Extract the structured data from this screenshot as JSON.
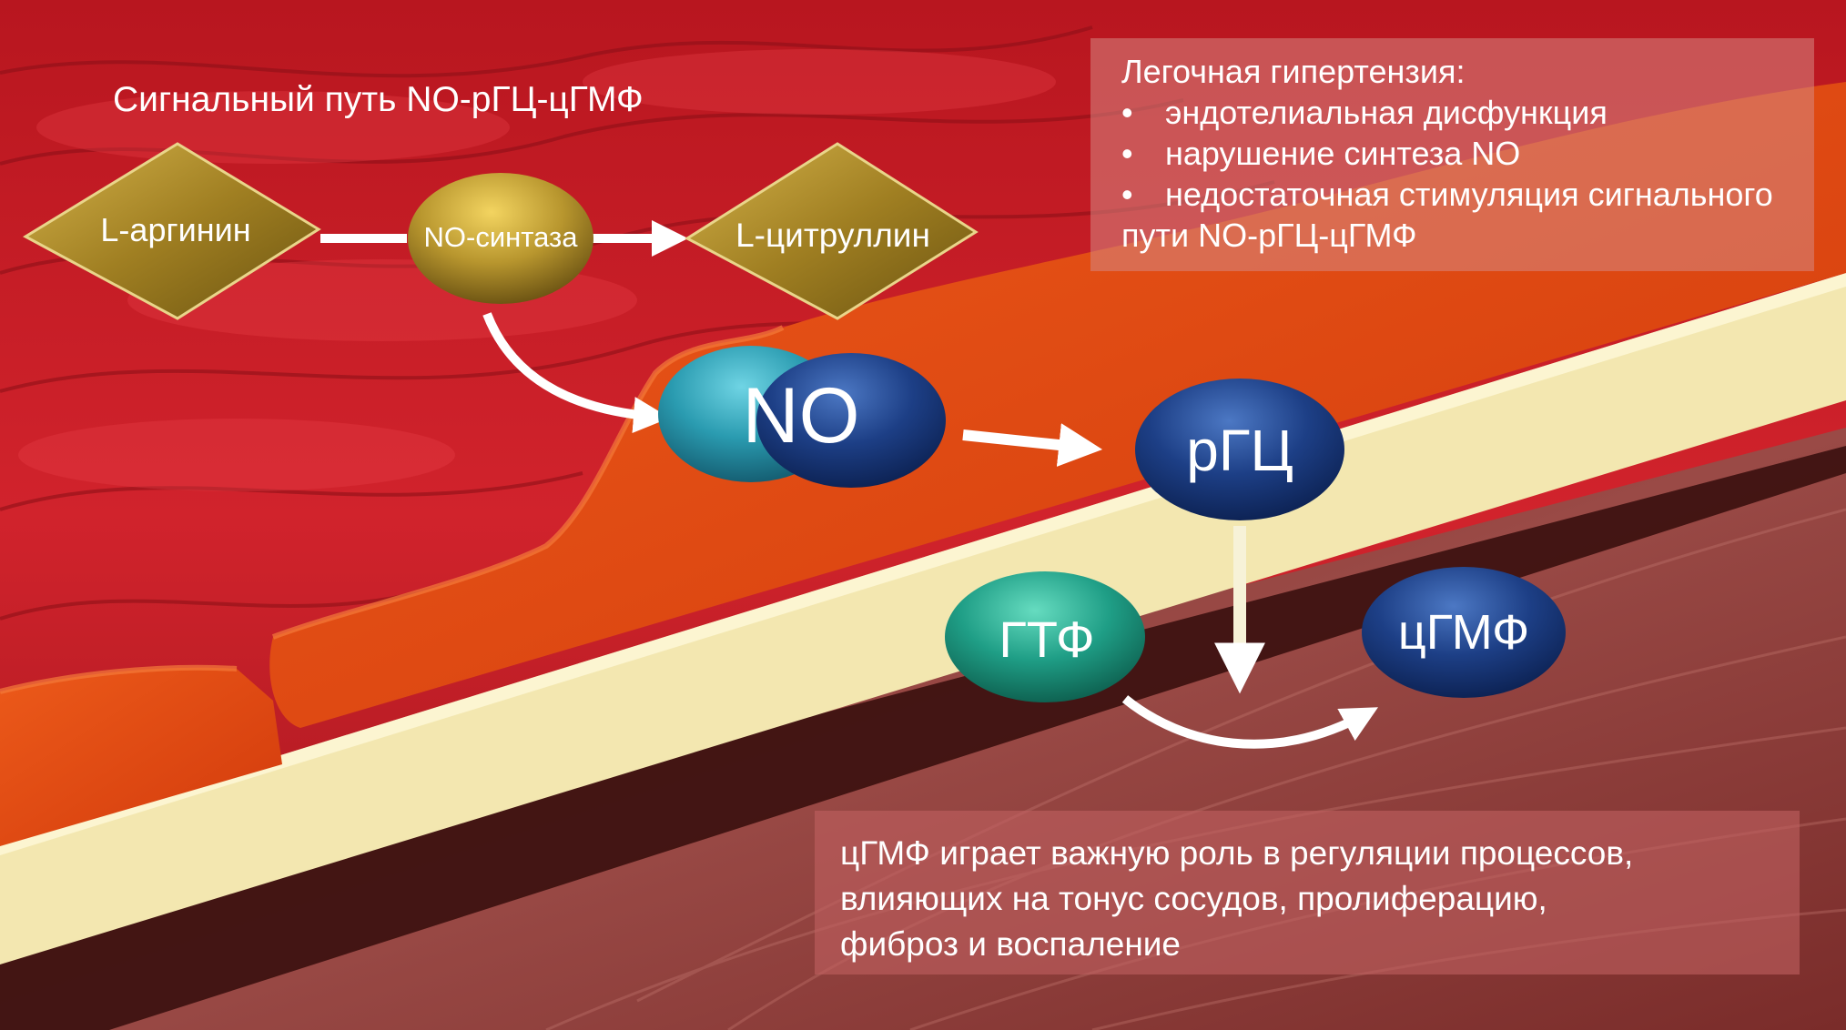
{
  "title": "Сигнальный путь NO-рГЦ-цГМФ",
  "nodes": {
    "l_arginine": "L-аргинин",
    "no_synthase": "NO-синтаза",
    "l_citrulline": "L-цитруллин",
    "no": "NO",
    "sgc": "рГЦ",
    "gtp": "ГТФ",
    "cgmp": "цГМФ"
  },
  "info_box": {
    "heading": "Легочная гипертензия:",
    "items": [
      "эндотелиальная дисфункция",
      "нарушение синтеза NO",
      "недостаточная стимуляция сигнального"
    ],
    "continuation": "пути NO-рГЦ-цГМФ"
  },
  "bottom_box": {
    "lines": [
      "цГМФ играет важную роль в регуляции процессов,",
      "влияющих на тонус сосудов, пролиферацию,",
      "фиброз и воспаление"
    ]
  },
  "colors": {
    "endothelium_red": "#c8222a",
    "smooth_muscle": "#8a3a38",
    "membrane": "#f3e7b0",
    "orange_cell": "#e0480f",
    "gold": "#b8962e",
    "navy": "#1a3a7a",
    "teal": "#2a9bb0",
    "green": "#1f9e86"
  }
}
